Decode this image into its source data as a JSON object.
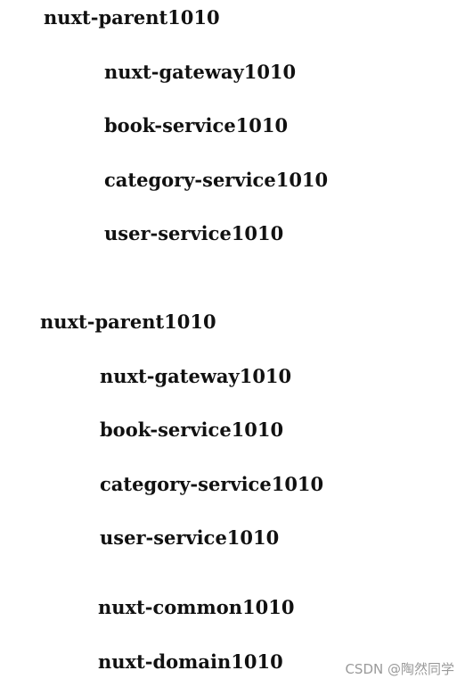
{
  "tree1": {
    "parent": "nuxt-parent1010",
    "children": [
      "nuxt-gateway1010",
      "book-service1010",
      "category-service1010",
      "user-service1010"
    ]
  },
  "tree2": {
    "parent": "nuxt-parent1010",
    "children": [
      "nuxt-gateway1010",
      "book-service1010",
      "category-service1010",
      "user-service1010",
      "nuxt-common1010",
      "nuxt-domain1010"
    ]
  },
  "watermark": "CSDN @陶然同学"
}
